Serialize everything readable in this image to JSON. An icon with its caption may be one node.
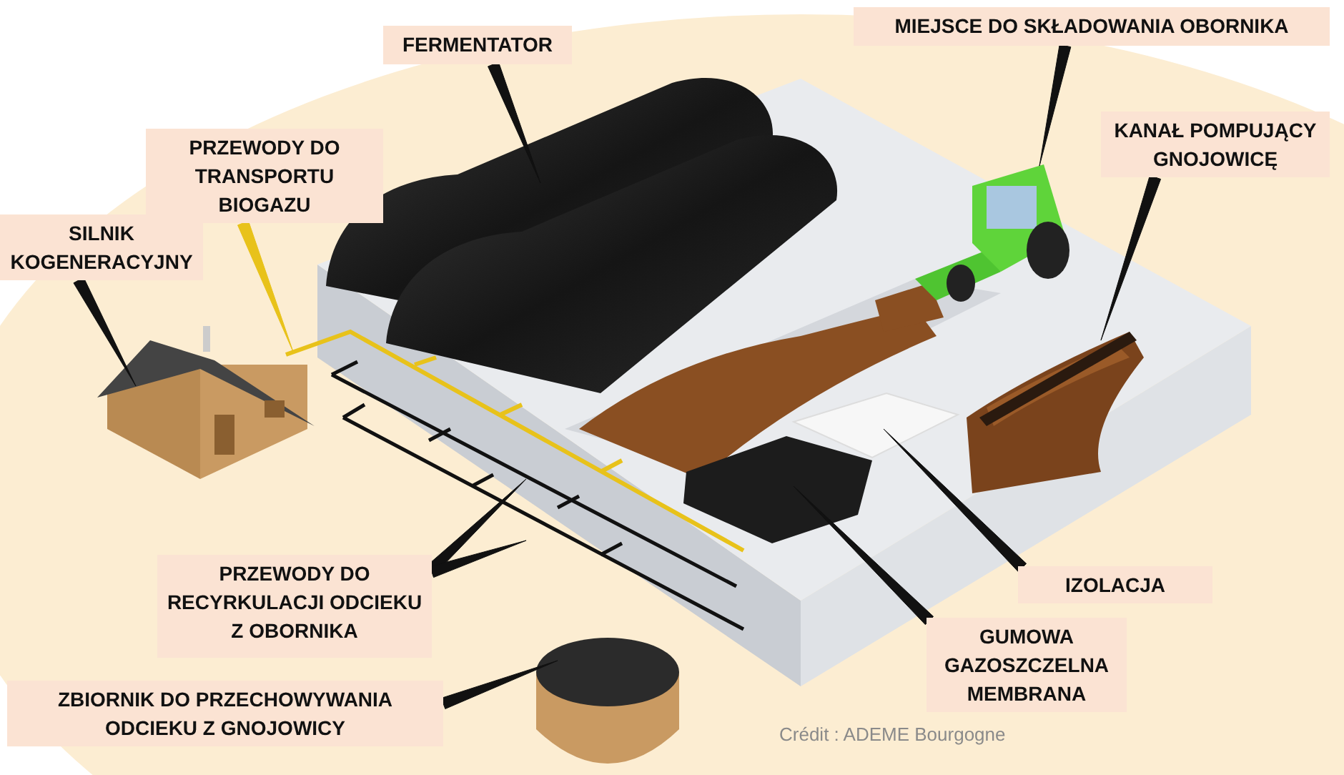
{
  "diagram": {
    "nodes": [
      {
        "text": [
          "FERMENTATOR"
        ]
      },
      {
        "text": [
          "MIEJSCE DO SKŁADOWANIA OBORNIKA"
        ]
      },
      {
        "text": [
          "PRZEWODY DO TRANSPORTU BIOGAZU"
        ]
      },
      {
        "text": [
          "KANAŁ POMPUJĄCY GNOJOWICĘ"
        ]
      },
      {
        "text": [
          "SILNIK KOGENERACYJNY"
        ]
      },
      {
        "text": [
          "PRZEWODY DO RECYRKULACJI ODCIEKU Z OBORNIKA"
        ]
      },
      {
        "text": [
          "IZOLACJA"
        ]
      },
      {
        "text": [
          "GUMOWA GAZOSZCZELNA MEMBRANA"
        ]
      },
      {
        "text": [
          "ZBIORNIK DO PRZECHOWYWANIA ODCIEKU Z GNOJOWICY"
        ]
      },
      {
        "text": [],
        "shape": "picture"
      },
      {
        "text": [],
        "shape": "picture"
      },
      {
        "text": [],
        "shape": "picture"
      },
      {
        "text": [],
        "shape": "picture"
      },
      {
        "text": [],
        "shape": "picture"
      },
      {
        "text": [],
        "shape": "picture"
      },
      {
        "text": [],
        "shape": "picture"
      },
      {
        "text": [],
        "shape": "picture"
      },
      {
        "text": [],
        "shape": "cylinder"
      }
    ],
    "edges": [
      {
        "from": 0,
        "to": 9,
        "arrow": "none"
      },
      {
        "from": 1,
        "to": 10,
        "arrow": "none"
      },
      {
        "from": 2,
        "to": 11,
        "arrow": "none",
        "color": "#e8c21a"
      },
      {
        "from": 3,
        "to": 12,
        "arrow": "none"
      },
      {
        "from": 4,
        "to": 13,
        "arrow": "none"
      },
      {
        "from": 5,
        "to": 14,
        "arrow": "none"
      },
      {
        "from": 5,
        "to": 14,
        "arrow": "none"
      },
      {
        "from": 6,
        "to": 15,
        "arrow": "none"
      },
      {
        "from": 7,
        "to": 16,
        "arrow": "none"
      },
      {
        "from": 8,
        "to": 17,
        "arrow": "none"
      }
    ],
    "labels": [
      "Crédit : ADEME Bourgogne"
    ]
  }
}
